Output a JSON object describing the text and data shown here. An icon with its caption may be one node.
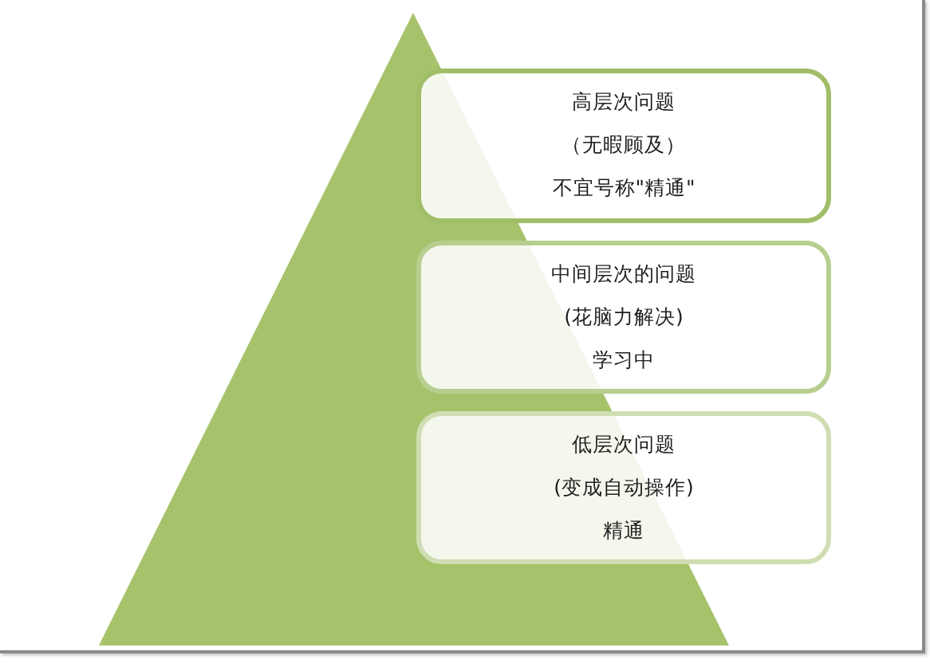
{
  "diagram": {
    "nodes": [
      {
        "text": [
          "高层次问题",
          "（无暇顾及）",
          "不宜号称\"精通\""
        ]
      },
      {
        "text": [
          "中间层次的问题",
          "(花脑力解决)",
          "学习中"
        ]
      },
      {
        "text": [
          "低层次问题",
          "(变成自动操作)",
          "精通"
        ]
      }
    ]
  }
}
